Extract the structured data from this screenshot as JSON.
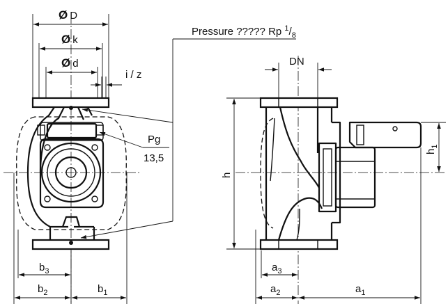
{
  "labels": {
    "phi_D": "D",
    "phi_k": "k",
    "phi_d": "d",
    "diameter_symbol": "Ø",
    "i_z": "i / z",
    "pressure_prefix": "Pressure ????? Rp ",
    "pressure_num": "1",
    "pressure_den": "8",
    "pg": "Pg",
    "pg_size": "13,5",
    "dn": "DN",
    "h": "h",
    "h1_base": "h",
    "h1_sub": "1",
    "a1_base": "a",
    "a1_sub": "1",
    "a2_base": "a",
    "a2_sub": "2",
    "a3_base": "a",
    "a3_sub": "3",
    "b1_base": "b",
    "b1_sub": "1",
    "b2_base": "b",
    "b2_sub": "2",
    "b3_base": "b",
    "b3_sub": "3"
  }
}
